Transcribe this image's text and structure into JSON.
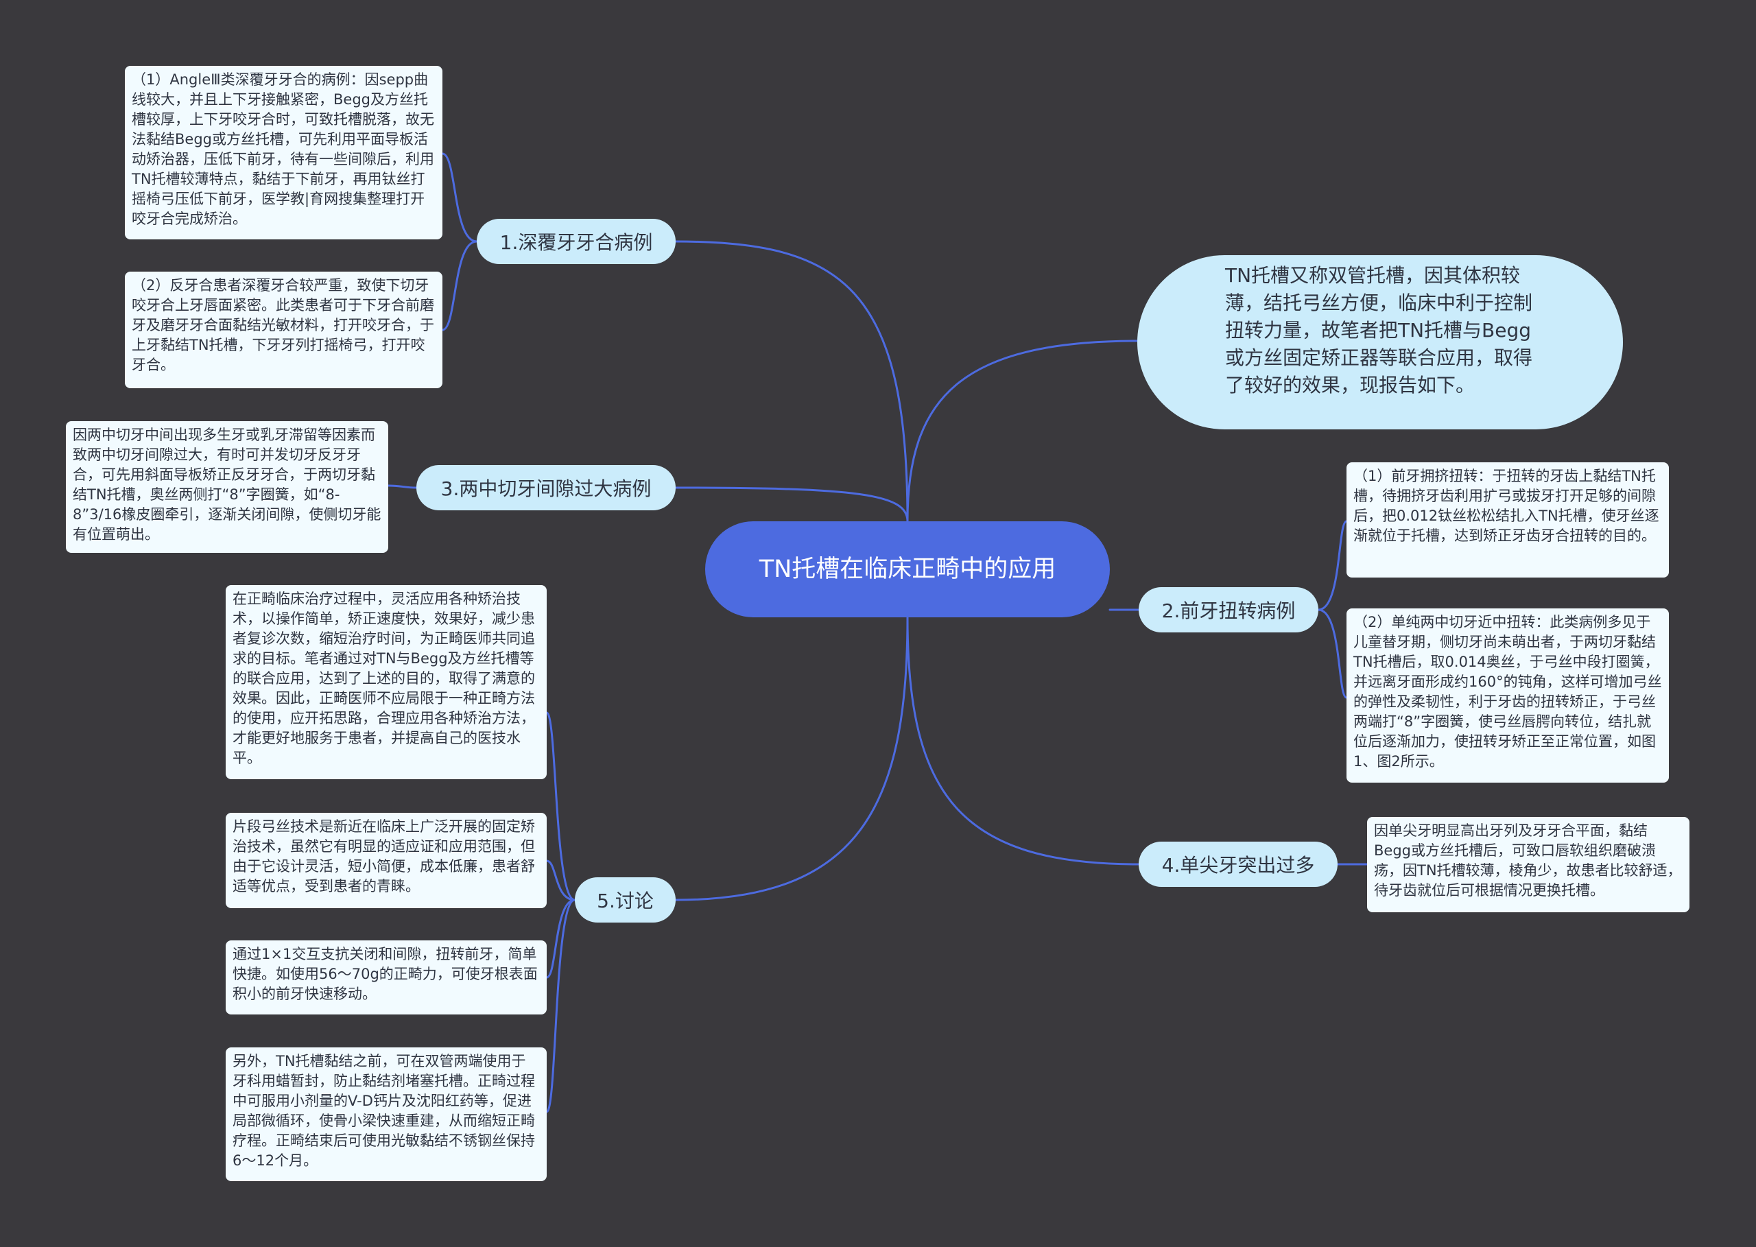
{
  "colors": {
    "background": "#3a393d",
    "root_fill": "#4d6be0",
    "node_fill": "#cbecfb",
    "leaf_fill": "#f2fbff",
    "connector": "#4d6be0"
  },
  "mindmap": {
    "root": {
      "label": "TN托槽在临床正畸中的应用"
    },
    "intro": {
      "text": "TN托槽又称双管托槽，因其体积较薄，结托弓丝方便，临床中利于控制扭转力量，故笔者把TN托槽与Begg或方丝固定矫正器等联合应用，取得了较好的效果，现报告如下。"
    },
    "branches": [
      {
        "label": "1.深覆牙牙合病例",
        "leaves": [
          "（1）AngleⅢ类深覆牙牙合的病例：因sepp曲线较大，并且上下牙接触紧密，Begg及方丝托槽较厚，上下牙咬牙合时，可致托槽脱落，故无法黏结Begg或方丝托槽，可先利用平面导板活动矫治器，压低下前牙，待有一些间隙后，利用TN托槽较薄特点，黏结于下前牙，再用钛丝打摇椅弓压低下前牙，医学教|育网搜集整理打开咬牙合完成矫治。",
          "（2）反牙合患者深覆牙合较严重，致使下切牙咬牙合上牙唇面紧密。此类患者可于下牙合前磨牙及磨牙牙合面黏结光敏材料，打开咬牙合，于上牙黏结TN托槽，下牙牙列打摇椅弓，打开咬牙合。"
        ]
      },
      {
        "label": "3.两中切牙间隙过大病例",
        "leaves": [
          "因两中切牙中间出现多生牙或乳牙滞留等因素而致两中切牙间隙过大，有时可并发切牙反牙牙合，可先用斜面导板矫正反牙牙合，于两切牙黏结TN托槽，奥丝两侧打“8”字圈簧，如“8-8”3/16橡皮圈牵引，逐渐关闭间隙，使侧切牙能有位置萌出。"
        ]
      },
      {
        "label": "5.讨论",
        "leaves": [
          "在正畸临床治疗过程中，灵活应用各种矫治技术，以操作简单，矫正速度快，效果好，减少患者复诊次数，缩短治疗时间，为正畸医师共同追求的目标。笔者通过对TN与Begg及方丝托槽等的联合应用，达到了上述的目的，取得了满意的效果。因此，正畸医师不应局限于一种正畸方法的使用，应开拓思路，合理应用各种矫治方法，才能更好地服务于患者，并提高自己的医技水平。",
          "片段弓丝技术是新近在临床上广泛开展的固定矫治技术，虽然它有明显的适应证和应用范围，但由于它设计灵活，短小简便，成本低廉，患者舒适等优点，受到患者的青睐。",
          "通过1×1交互支抗关闭和间隙，扭转前牙，简单快捷。如使用56～70g的正畸力，可使牙根表面积小的前牙快速移动。",
          "另外，TN托槽黏结之前，可在双管两端使用于牙科用蜡暂封，防止黏结剂堵塞托槽。正畸过程中可服用小剂量的V-D钙片及沈阳红药等，促进局部微循环，使骨小梁快速重建，从而缩短正畸疗程。正畸结束后可使用光敏黏结不锈钢丝保持6～12个月。"
        ]
      },
      {
        "label": "2.前牙扭转病例",
        "leaves": [
          "（1）前牙拥挤扭转：于扭转的牙齿上黏结TN托槽，待拥挤牙齿利用扩弓或拔牙打开足够的间隙后，把0.012钛丝松松结扎入TN托槽，使牙丝逐渐就位于托槽，达到矫正牙齿牙合扭转的目的。",
          "（2）单纯两中切牙近中扭转：此类病例多见于儿童替牙期，侧切牙尚未萌出者，于两切牙黏结TN托槽后，取0.014奥丝，于弓丝中段打圈簧，并远离牙面形成约160°的钝角，这样可增加弓丝的弹性及柔韧性，利于牙齿的扭转矫正，于弓丝两端打“8”字圈簧，使弓丝唇腭向转位，结扎就位后逐渐加力，使扭转牙矫正至正常位置，如图1、图2所示。"
        ]
      },
      {
        "label": "4.单尖牙突出过多",
        "leaves": [
          "因单尖牙明显高出牙列及牙牙合平面，黏结Begg或方丝托槽后，可致口唇软组织磨破溃疡，因TN托槽较薄，棱角少，故患者比较舒适，待牙齿就位后可根据情况更换托槽。"
        ]
      }
    ]
  }
}
